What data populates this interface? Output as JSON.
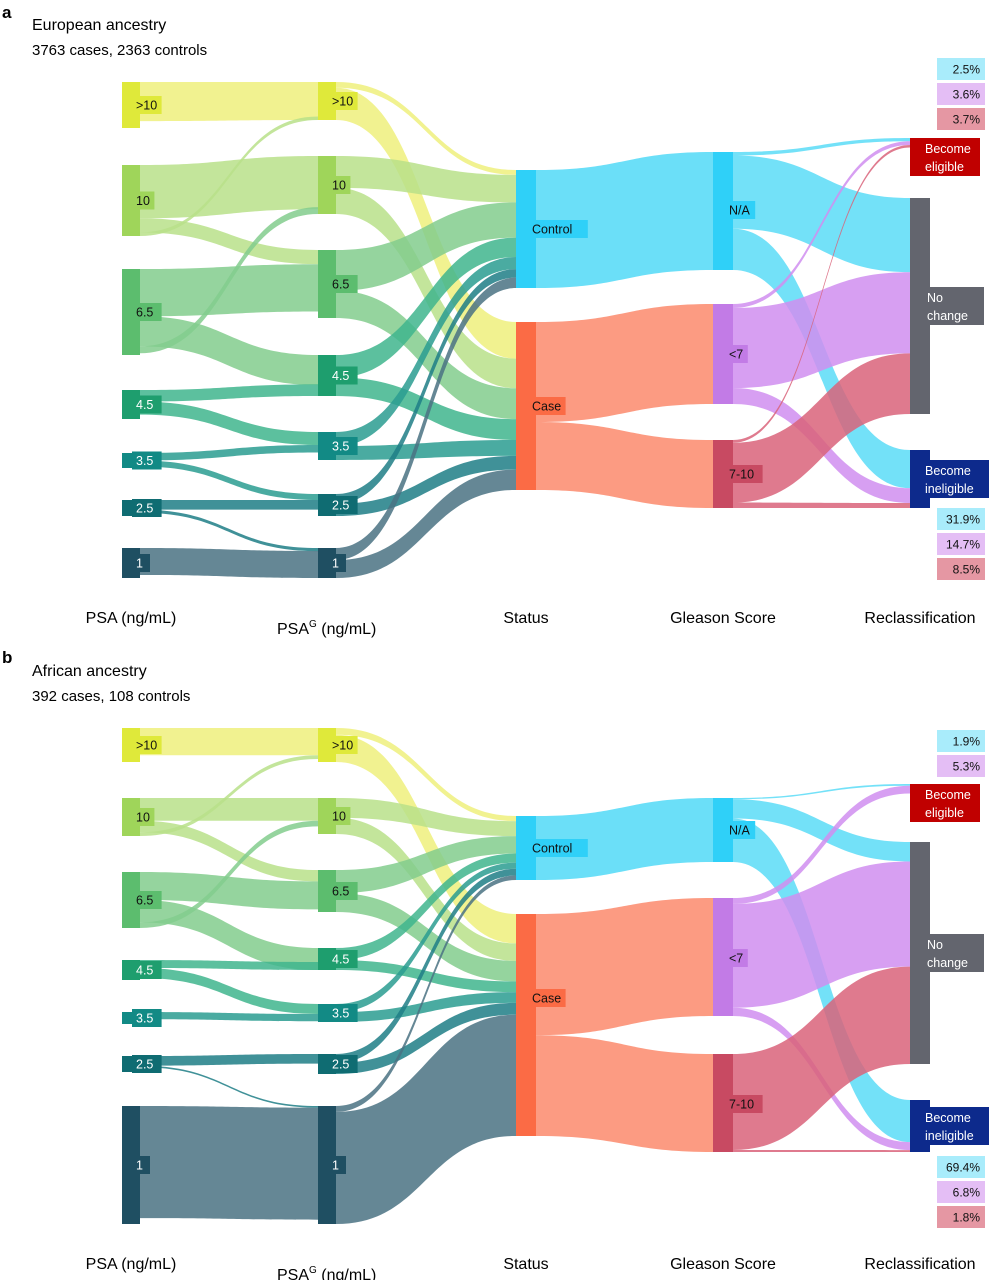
{
  "figure": {
    "columns": [
      "PSA (ng/mL)",
      "PSA",
      "G",
      " (ng/mL)",
      "Status",
      "Gleason Score",
      "Reclassification"
    ],
    "colors": {
      ">10": "#eef07d",
      "10": "#b9e08a",
      "6.5": "#82cc8d",
      "4.5": "#3fb58d",
      "3.5": "#2a9c90",
      "2.5": "#1f7e86",
      "1": "#4a7282",
      "Control": "#5bdcf7",
      "Case": "#fb8a6c",
      "N/A": "#5bdcf7",
      "<7": "#d08ef0",
      "7-10": "#d9637a",
      "Become eligible": "#c00000",
      "No change": "#63656e",
      "Become ineligible": "#0d2a8c"
    },
    "nodeColors": {
      ">10": "#dfe93a",
      "10": "#9fd55a",
      "6.5": "#5cbd6e",
      "4.5": "#1e9e6e",
      "3.5": "#128a85",
      "2.5": "#0f6c72",
      "1": "#1f4f62",
      "Control": "#2fd0f8",
      "Case": "#fb6b45",
      "N/A": "#2fd0f8",
      "<7": "#c27be6",
      "7-10": "#c84a62"
    },
    "reclass_labels": {
      "eligible": [
        "Become",
        "eligible"
      ],
      "nochange": [
        "No",
        "change"
      ],
      "ineligible": [
        "Become",
        "ineligible"
      ]
    }
  },
  "panels": [
    {
      "letter": "a",
      "title": "European ancestry",
      "subtitle": "3763 cases, 2363 controls",
      "psa_nodes": [
        ">10",
        "10",
        "6.5",
        "4.5",
        "3.5",
        "2.5",
        "1"
      ],
      "status_nodes": [
        "Control",
        "Case"
      ],
      "gleason_nodes": [
        "N/A",
        "<7",
        "7-10"
      ],
      "top_percents": [
        "2.5%",
        "3.6%",
        "3.7%"
      ],
      "bottom_percents": [
        "31.9%",
        "14.7%",
        "8.5%"
      ]
    },
    {
      "letter": "b",
      "title": "African ancestry",
      "subtitle": "392 cases, 108 controls",
      "psa_nodes": [
        ">10",
        "10",
        "6.5",
        "4.5",
        "3.5",
        "2.5",
        "1"
      ],
      "status_nodes": [
        "Control",
        "Case"
      ],
      "gleason_nodes": [
        "N/A",
        "<7",
        "7-10"
      ],
      "top_percents": [
        "1.9%",
        "5.3%"
      ],
      "bottom_percents": [
        "69.4%",
        "6.8%",
        "1.8%"
      ]
    }
  ]
}
